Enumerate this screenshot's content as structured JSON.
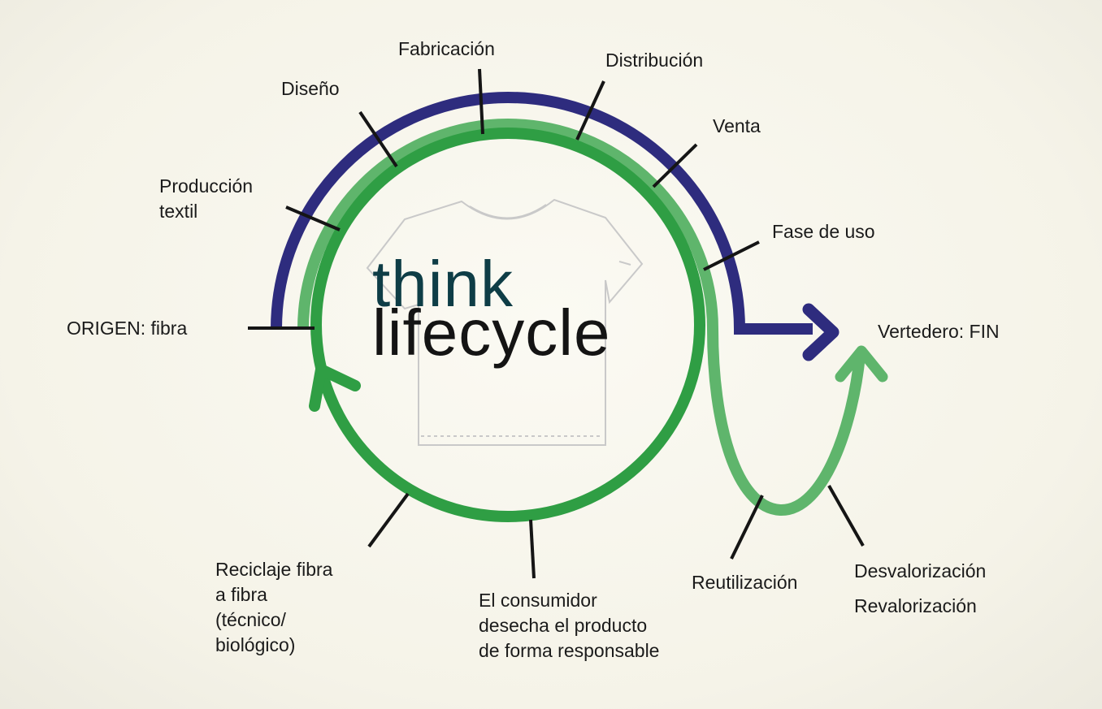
{
  "title": {
    "line1": "think",
    "line2": "lifecycle"
  },
  "stages": {
    "origen": "ORIGEN: fibra",
    "produccion_textil": [
      "Producción",
      "textil"
    ],
    "diseno": "Diseño",
    "fabricacion": "Fabricación",
    "distribucion": "Distribución",
    "venta": "Venta",
    "fase_de_uso": "Fase de uso",
    "vertedero": "Vertedero: FIN",
    "reutilizacion": "Reutilización",
    "desvalorizacion": "Desvalorización",
    "revalorizacion": "Revalorización",
    "consumidor": [
      "El consumidor",
      "desecha el producto",
      "de forma responsable"
    ],
    "reciclaje": [
      "Reciclaje fibra",
      "a fibra",
      "(técnico/",
      "biológico)"
    ]
  },
  "colors": {
    "linear_path": "#2e2c7e",
    "light_green_path": "#5fb56c",
    "dark_green_cycle": "#2f9e44",
    "tick": "#151515",
    "shirt_outline": "#c9c9c9",
    "title_line1": "#0e3d46",
    "title_line2": "#141414"
  },
  "icons": {
    "garment": "t-shirt-icon",
    "arrow_fin": "arrow-right-icon",
    "arrow_up": "arrow-up-icon",
    "cycle_arrow": "cycle-arrowhead-icon"
  }
}
